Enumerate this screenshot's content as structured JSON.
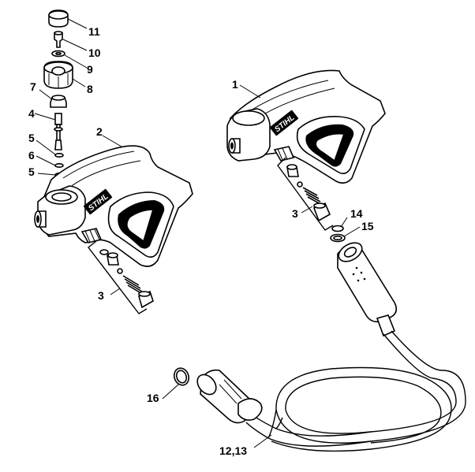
{
  "brand": {
    "text": "STIHL"
  },
  "callouts": {
    "c1": "1",
    "c2": "2",
    "c3a": "3",
    "c3b": "3",
    "c4": "4",
    "c5a": "5",
    "c6": "6",
    "c5b": "5",
    "c7": "7",
    "c8": "8",
    "c9": "9",
    "c10": "10",
    "c11": "11",
    "c12_13": "12,13",
    "c14": "14",
    "c15": "15",
    "c16": "16"
  }
}
